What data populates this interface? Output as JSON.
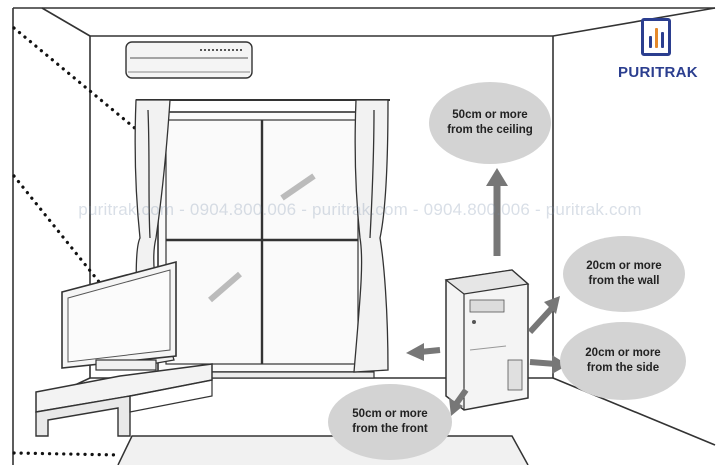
{
  "brand": {
    "name": "PURITRAK"
  },
  "watermark": {
    "text": "puritrak.com - 0904.800.006 - puritrak.com - 0904.800.006 - puritrak.com"
  },
  "labels": {
    "ceiling": {
      "line1": "50cm or more",
      "line2": "from the ceiling"
    },
    "wall": {
      "line1": "20cm or more",
      "line2": "from the wall"
    },
    "side": {
      "line1": "20cm or more",
      "line2": "from the side"
    },
    "front": {
      "line1": "50cm or more",
      "line2": "from the front"
    }
  },
  "colors": {
    "bubble": "#d3d3d3",
    "arrow": "#777777",
    "line": "#333333",
    "brand": "#2b3e8f",
    "brand_accent": "#e5892a"
  }
}
